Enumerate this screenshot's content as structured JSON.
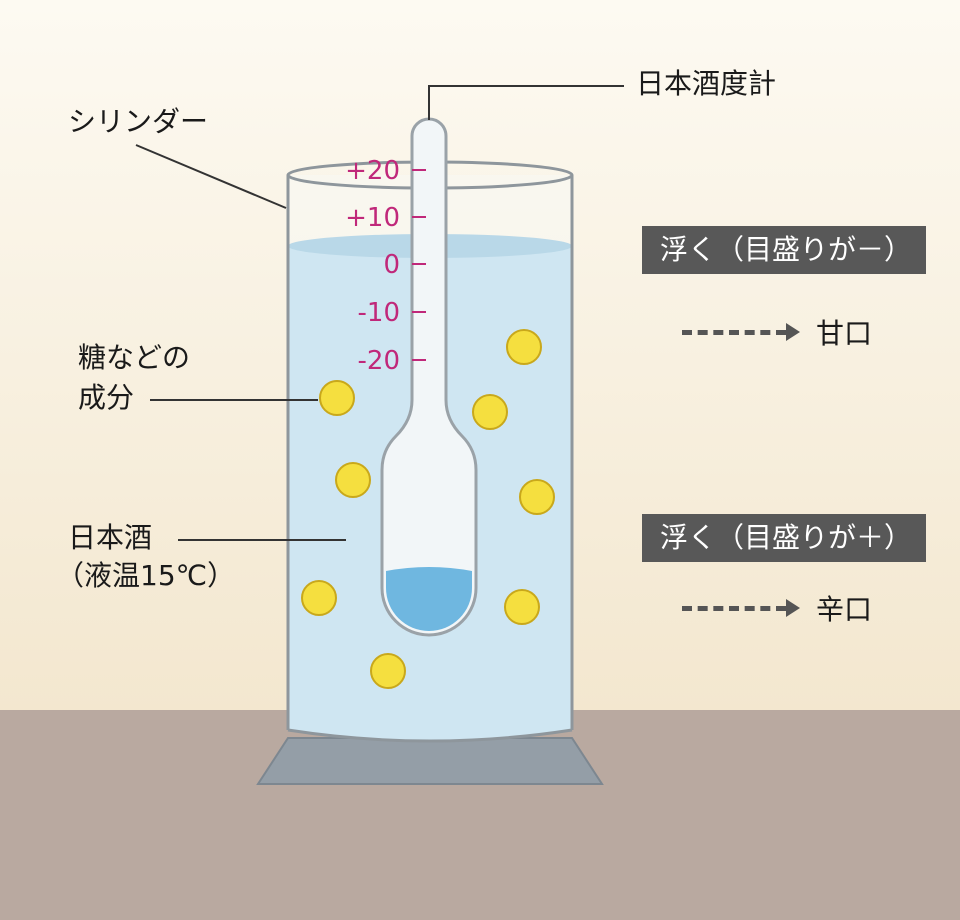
{
  "labels": {
    "hydrometer": "日本酒度計",
    "cylinder": "シリンダー",
    "components_line1": "糖などの",
    "components_line2": "成分",
    "sake_line1": "日本酒",
    "sake_line2": "（液温15℃）"
  },
  "scale": {
    "marks": [
      "+20",
      "+10",
      "0",
      "-10",
      "-20"
    ],
    "color": "#c0287a"
  },
  "legend": {
    "upper": {
      "badge": "浮く（目盛りが－）",
      "result": "甘口"
    },
    "lower": {
      "badge": "浮く（目盛りが＋）",
      "result": "辛口"
    }
  },
  "colors": {
    "liquid": "#cfe6f2",
    "bulb_liquid": "#6fb7e0",
    "sugar_dot": "#f5df3f",
    "floor": "#b9a9a0",
    "badge": "#585858"
  }
}
